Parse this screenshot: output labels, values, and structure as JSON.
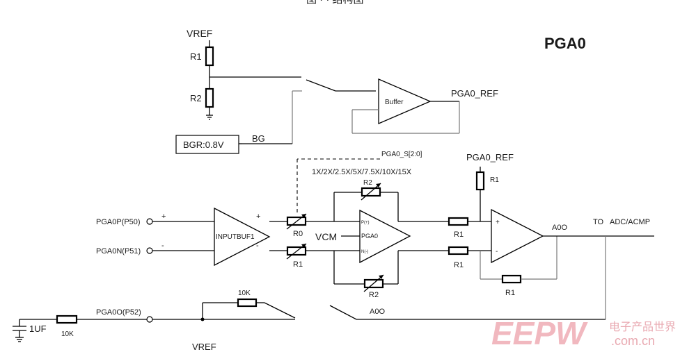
{
  "header": {
    "caption": "图 · · 结构图"
  },
  "title": "PGA0",
  "ref_divider": {
    "vref": "VREF",
    "r1": "R1",
    "r2": "R2",
    "bgr_box": "BGR:0.8V",
    "bg": "BG"
  },
  "buffer": {
    "label": "Buffer",
    "out": "PGA0_REF"
  },
  "gain_select": {
    "signal": "PGA0_S[2:0]",
    "gains": "1X/2X/2.5X/5X/7.5X/10X/15X"
  },
  "inputs": {
    "p": "PGA0P(P50)",
    "n": "PGA0N(P51)",
    "o": "PGA0O(P52)",
    "plus": "+",
    "minus": "-"
  },
  "inputbuf": {
    "label": "INPUTBUF1",
    "plus": "+",
    "minus": "-"
  },
  "pga": {
    "vcm": "VCM",
    "in_p": "P(+)",
    "label": "PGA0",
    "in_n": "N(-)",
    "r0": "R0",
    "r1": "R1",
    "r2_top": "R2",
    "r2_bot": "R2"
  },
  "out_amp": {
    "ref": "PGA0_REF",
    "r1_ref": "R1",
    "r1_a": "R1",
    "r1_b": "R1",
    "r1_fb": "R1",
    "plus": "+",
    "minus": "-",
    "out": "A0O",
    "to": "TO",
    "dest": "ADC/ACMP"
  },
  "bottom": {
    "cap": "1UF",
    "r10k_a": "10K",
    "r10k_b": "10K",
    "a0o": "A0O",
    "vref": "VREF"
  },
  "watermark": {
    "logo": "EEPW",
    "cn": "电子产品世界",
    "url": ".com.cn"
  }
}
